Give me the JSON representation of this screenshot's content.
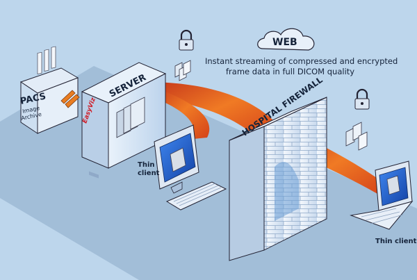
{
  "cloud_label": "WEB",
  "caption_line1": "Instant streaming of compressed and encrypted",
  "caption_line2": "frame data in full DICOM quality",
  "pacs": {
    "title": "PACS",
    "sub1": "Image",
    "sub2": "Archive"
  },
  "server": {
    "label": "SERVER",
    "brand": "EasyViz"
  },
  "firewall_label": "HOSPITAL FIREWALL",
  "thin_client_1_line1": "Thin",
  "thin_client_1_line2": "client",
  "thin_client_2": "Thin client",
  "colors": {
    "background": "#bdd6ec",
    "stream_orange": "#e2581b",
    "server_blue": "#cfe0f2",
    "brick": "#dbe6f3",
    "screen_blue": "#1d5fd1"
  },
  "icons": [
    "lock-icon",
    "cloud-icon",
    "sync-arrows-icon"
  ]
}
